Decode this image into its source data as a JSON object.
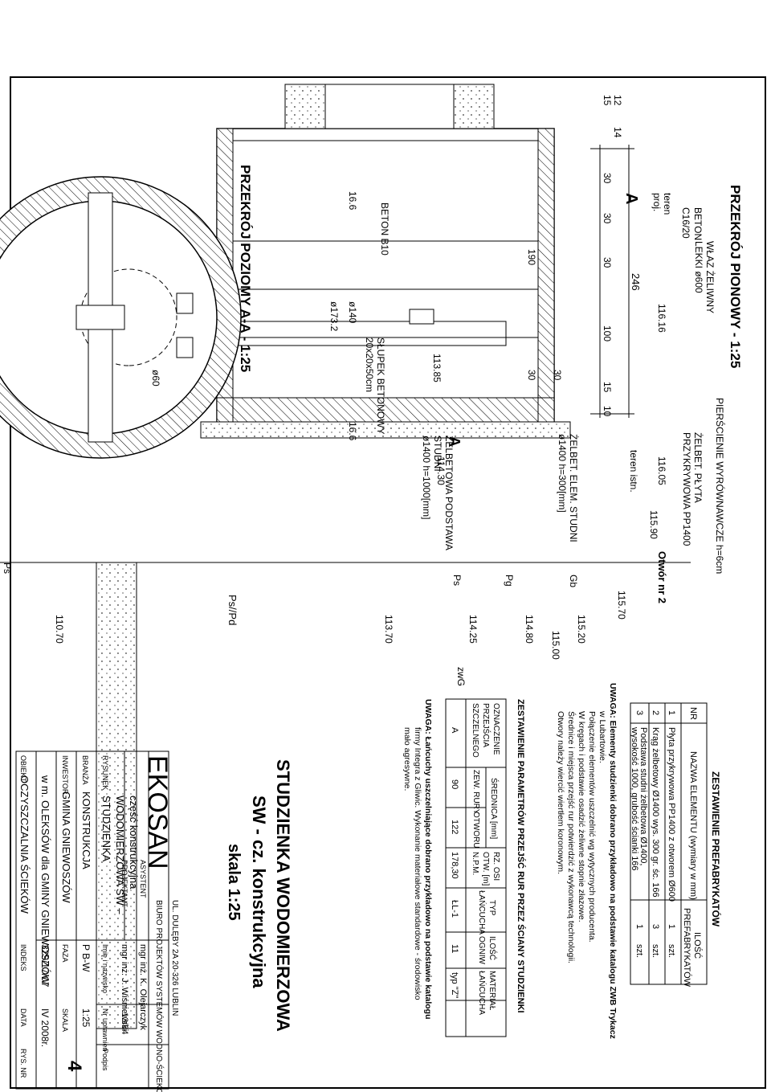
{
  "sections": {
    "vertical": "PRZEKRÓJ PIONOWY - 1:25",
    "horizontal": "PRZEKRÓJ POZIOMY A-A - 1:25"
  },
  "section_marker": "A",
  "dimensions": {
    "total": "246",
    "d10": "10",
    "d15a": "15",
    "d100": "100",
    "d30a": "30",
    "d30b": "30",
    "d30c": "30",
    "d14": "14",
    "d12": "12",
    "d15b": "15",
    "inner": "190",
    "d30d": "30",
    "d30e": "30",
    "d16_6a": "16.6",
    "d140": "ø140",
    "d16_6b": "16.6",
    "d173": "ø173.2",
    "d60": "ø60"
  },
  "labels": {
    "beton_c16": "BETON",
    "beton_c16_b": "C16/20",
    "teren_prof": "teren",
    "teren_prof_b": "proj.",
    "wlaz": "WŁAZ ŻELIWNY",
    "wlaz_b": "LEKKI ø600",
    "pierscienie": "PIERŚCIENIE WYRÓWNAWCZE h=6cm",
    "plyta": "ŻELBET. PŁYTA",
    "plyta_b": "PRZYKRYWOWA PP1400",
    "elem": "ŻELBET. ELEM. STUDNI",
    "elem_b": "ø1400 h=300[mm]",
    "podstawa": "ŻELBETOWA PODSTAWA",
    "podstawa_b": "STUDNI",
    "podstawa_c": "ø1400 h=1000[mm]",
    "beton_b10": "BETON B10",
    "slupek": "SŁUPEK BETONOWY",
    "slupek_b": "20x20x50cm",
    "teren_istn": "teren istn."
  },
  "levels": {
    "l116_16": "116.16",
    "l116_05": "116.05",
    "l115_90": "115.90",
    "l113_85": "113.85",
    "l114_30": "114.30",
    "l115_70": "115.70",
    "l115_20": "115.20",
    "l115_00": "115.00",
    "l114_80": "114.80",
    "l114_25": "114.25",
    "l113_70": "113.70",
    "l110_70": "110.70"
  },
  "profile": {
    "otwor": "Otwór nr 2",
    "gb": "Gb",
    "pg": "Pg",
    "ps1": "Ps",
    "ps2": "Ps",
    "zwg": "zwG",
    "pspd": "Ps//Pd"
  },
  "prefab_table": {
    "title": "ZESTAWIENIE PREFABRYKATÓW",
    "headers": [
      "NR",
      "NAZWA ELEMENTU (wymiary w mm)",
      "ILOŚĆ",
      "PREFABRYKATÓW"
    ],
    "rows": [
      [
        "1",
        "Płyta przykrywowa PP1400 z otworem Ø600",
        "1",
        "szt."
      ],
      [
        "2",
        "Krąg żelbetowy Ø1400 wys. 300 gr. śc. 166",
        "3",
        "szt."
      ],
      [
        "3",
        "Podstawa studni żelbetowa Ø1400,",
        "wysokość 1000, grubość ścianki 166",
        "1",
        "szt."
      ]
    ]
  },
  "notes1": [
    "UWAGA: Elementy studzienki dobrano przykładowo na podstawie katalogu ZWB Trykacz",
    "w Lubartowie.",
    "Połączenie elementów uszczelnić wg wytycznych producenta.",
    "W kręgach i podstawie osadzić żeliwne stopnie złazowe.",
    "Średnice i miejsca przejść rur potwierdzić z wykonawcą technologii.",
    "Otwory należy wiercić wiertłem koronowym."
  ],
  "pass_table": {
    "title": "ZESTAWIENIE PARAMETRÓW PRZEJŚĆ RUR PRZEZ ŚCIANY STUDZIENKI",
    "h1": [
      "OZNACZENIE",
      "PRZEJŚCIA",
      "SZCZELNEGO"
    ],
    "h2": "ŚREDNICA [mm]",
    "h2a": "ZEW. RURY",
    "h2b": "OTWORU",
    "h3": [
      "RZ. OSI",
      "OTW. [m]",
      "N.P.M."
    ],
    "h4": [
      "TYP",
      "ŁAŃCUCHA"
    ],
    "h5": [
      "ILOŚĆ",
      "OGNIW"
    ],
    "h6": [
      "MATERIAŁ",
      "ŁAŃCUCHA"
    ],
    "row": [
      "A",
      "90",
      "122",
      "178,30",
      "ŁL-1",
      "11",
      "typ \"Z\""
    ]
  },
  "notes2": [
    "UWAGA: Łańcuchy uszczelniające dobrano przykładowo na podstawie katalogu",
    "firmy Integra z Gliwic. Wykonanie materiałowe standardowe - środowisko",
    "mało agresywne."
  ],
  "main_title": [
    "STUDZIENKA WODOMIERZOWA",
    "SW - cz. konstrukcyjna",
    "skala 1:25"
  ],
  "title_block": {
    "obiekt_l": "OBIEKT",
    "obiekt": "OCZYSZCZALNIA ŚCIEKÓW",
    "obiekt_b": "w m. OLEKSÓW dla GMINY GNIEWOSZÓW",
    "inwestor_l": "INWESTOR",
    "inwestor": "GMINA GNIEWOSZÓW",
    "branza_l": "BRANŻA",
    "branza": "KONSTRUKCJA",
    "rysunek_l": "RYSUNEK",
    "rysunek": "STUDZIENKA",
    "rysunek_b": "WODOMIERZOWA SW –",
    "rysunek_c": "część konstrukcyjna",
    "indeks_l": "INDEKS",
    "indeks": "329/17/07",
    "data_l": "DATA",
    "data": "IV 2008r.",
    "faza_l": "FAZA",
    "faza": "P B-W",
    "skala_l": "SKALA",
    "skala": "1:25",
    "rys_nr_l": "RYS. NR",
    "rys_nr": "4",
    "imie_l": "Imię i nazwisko",
    "upr_l": "Nr uprawnień",
    "podpis_l": "Podpis",
    "projektant_l": "PROJEKTANT",
    "projektant": "mgr inż. J. Wiśniewski",
    "upr": "13/64",
    "asystent_l": "ASYSTENT",
    "asystent": "mgr inż. K. Olejarczyk",
    "ekosan": "EKOSAN",
    "biuro": "BIURO PROJEKTÓW SYSTEMÓW WODNO-ŚCIEKOWYCH",
    "adres": "UL. DULĘBY 2A 20-326 LUBLIN"
  }
}
